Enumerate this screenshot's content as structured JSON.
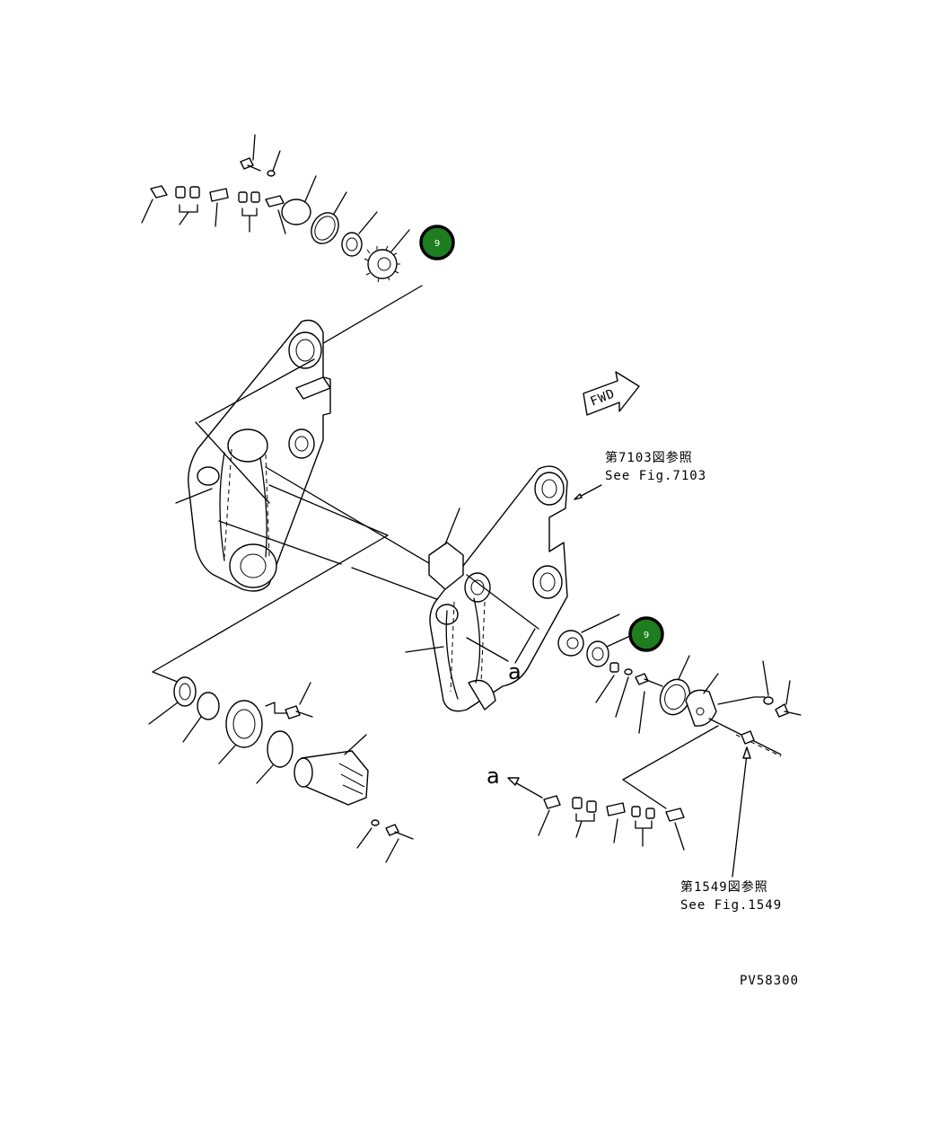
{
  "callouts": [
    {
      "id": "badge-top",
      "number": "9",
      "color": "#1e7d1e"
    },
    {
      "id": "badge-mid",
      "number": "9",
      "color": "#1e7d1e"
    }
  ],
  "fwd_label": "FWD",
  "view_a": "a",
  "refs": {
    "ref_7103_jp": "第7103図参照",
    "ref_7103_en": "See Fig.7103",
    "ref_1549_jp": "第1549図参照",
    "ref_1549_en": "See Fig.1549"
  },
  "drawing_code": "PV58300"
}
